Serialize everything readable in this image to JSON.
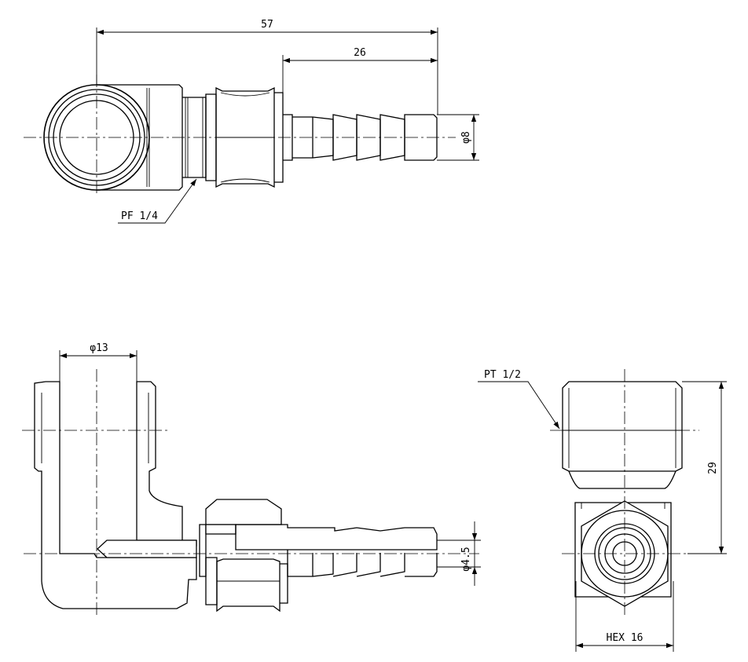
{
  "dimensions": {
    "overall_length": "57",
    "barb_length": "26",
    "barb_diameter": "φ8",
    "bore_diameter": "φ13",
    "inner_diameter": "φ4.5",
    "height": "29",
    "hex_size": "HEX 16"
  },
  "callouts": {
    "nut_thread": "PF 1/4",
    "body_thread": "PT 1/2"
  }
}
